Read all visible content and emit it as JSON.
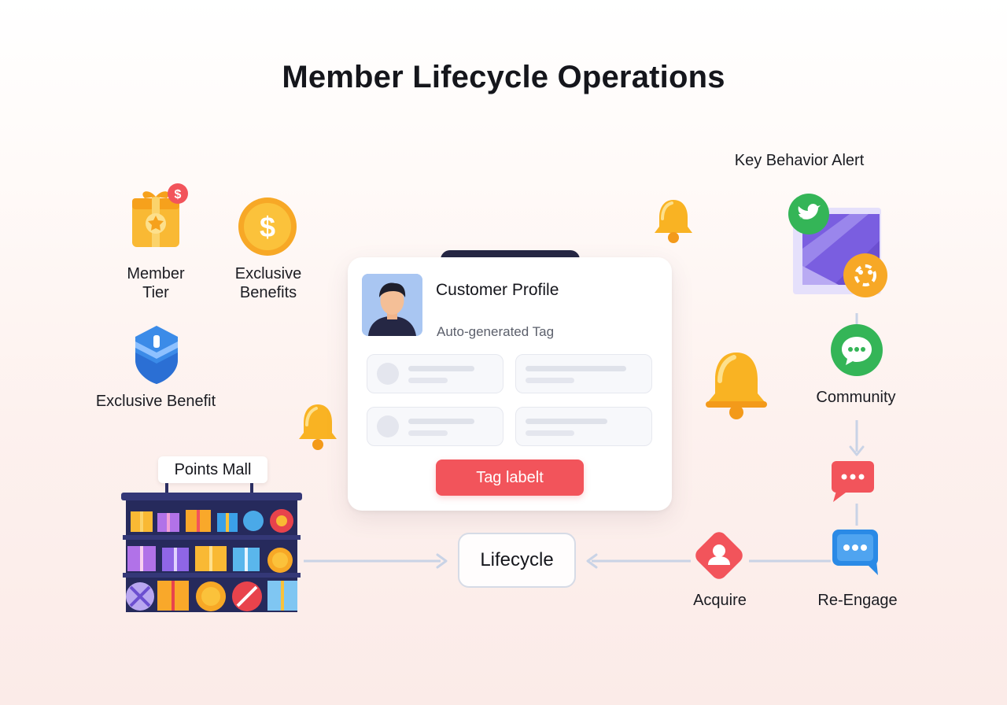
{
  "title": "Member Lifecycle Operations",
  "left_panel": {
    "member_tier": [
      "Member",
      "Tier"
    ],
    "exclusive_benefits": [
      "Exclusive",
      "Benefits"
    ],
    "exclusive_benefit": "Exclusive Benefit",
    "points_mall": "Points Mall"
  },
  "card": {
    "title": "Customer Profile",
    "subtitle": "Auto-generated Tag",
    "button_label": "Tag labelt"
  },
  "flow": {
    "lifecycle": "Lifecycle",
    "acquire": "Acquire",
    "re_engage": "Re-Engage",
    "community": "Community",
    "key_behavior_alert": "Key Behavior Alert"
  },
  "icons": {
    "member_tier": "gift-box-icon",
    "exclusive_benefits": "dollar-coin-icon",
    "exclusive_benefit": "shield-box-icon",
    "bells": "bell-icon",
    "acquire": "user-icon",
    "community": "chat-bubble-icon",
    "re_engage": "chat-bubble-icon",
    "key_behavior": "social-app-icon"
  },
  "colors": {
    "accent_red": "#f2545b",
    "bell_yellow": "#f9b323",
    "community_green": "#34b557",
    "chat_blue": "#2a8ae6",
    "purple": "#6c4fd0",
    "coin_orange": "#f7a826"
  }
}
